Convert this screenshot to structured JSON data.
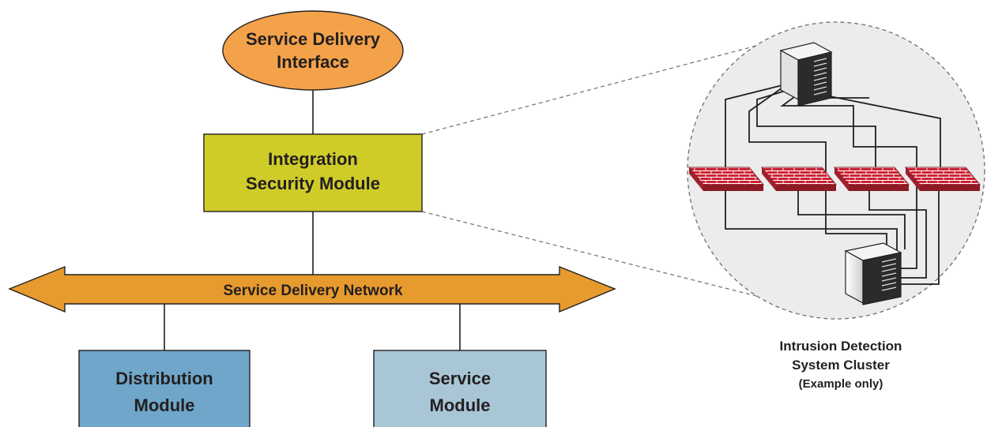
{
  "interface": {
    "line1": "Service Delivery",
    "line2": "Interface"
  },
  "integration": {
    "line1": "Integration",
    "line2": "Security Module"
  },
  "network": {
    "label": "Service Delivery Network"
  },
  "distribution": {
    "line1": "Distribution",
    "line2": "Module"
  },
  "service": {
    "line1": "Service",
    "line2": "Module"
  },
  "cluster": {
    "line1": "Intrusion Detection",
    "line2": "System Cluster",
    "note": "(Example only)"
  },
  "colors": {
    "interface_fill": "#f4a24a",
    "integration_fill": "#cfcc2a",
    "network_fill": "#e79a2e",
    "distribution_fill": "#6fa6c9",
    "service_fill": "#a9c6d6",
    "firewall": "#cc2233",
    "cluster_bg": "#ececec"
  },
  "icons": [
    "server-icon",
    "firewall-icon"
  ]
}
